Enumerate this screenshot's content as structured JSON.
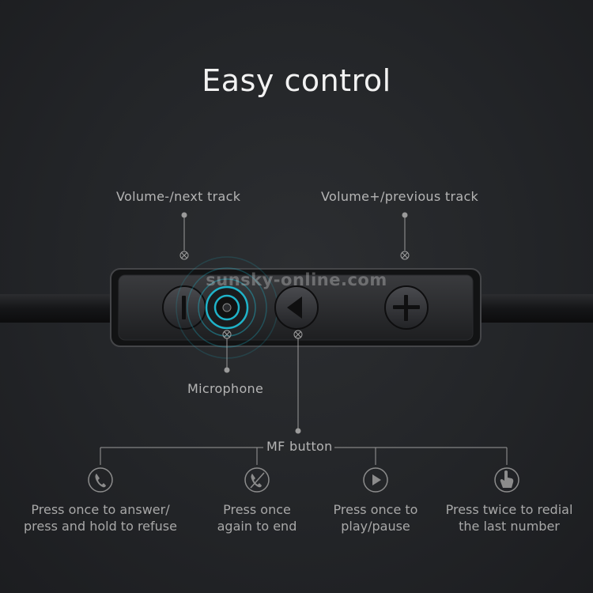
{
  "title": "Easy control",
  "watermark": "sunsky-online.com",
  "callouts": {
    "volume_down": "Volume-/next track",
    "volume_up": "Volume+/previous track",
    "microphone": "Microphone",
    "mf_button": "MF button"
  },
  "functions": [
    {
      "icon": "phone-icon",
      "line1": "Press once to answer/",
      "line2": "press and hold to refuse"
    },
    {
      "icon": "hang-up-icon",
      "line1": "Press once",
      "line2": "again to end"
    },
    {
      "icon": "play-icon",
      "line1": "Press once to",
      "line2": "play/pause"
    },
    {
      "icon": "tap-finger-icon",
      "line1": "Press twice to redial",
      "line2": "the last number"
    }
  ],
  "colors": {
    "background": "#232528",
    "mic_accent": "#1fb3c9",
    "text": "#b5b5b5"
  }
}
